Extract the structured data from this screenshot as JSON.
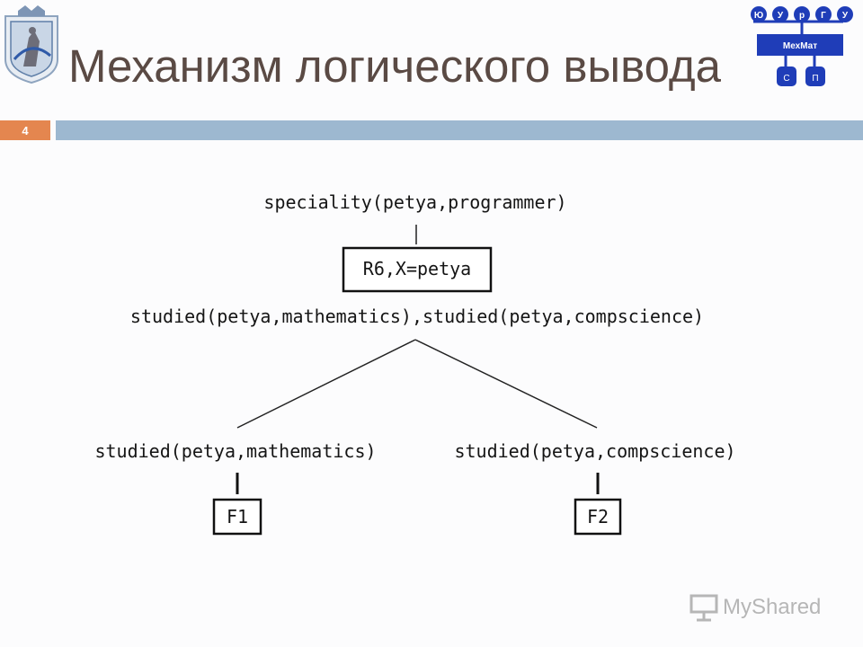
{
  "slide": {
    "title": "Механизм логического вывода",
    "number": "4"
  },
  "faculty_logo": {
    "letters": [
      "Ю",
      "У",
      "р",
      "Г",
      "У"
    ],
    "center_label": "МехМат",
    "bottom_letters": [
      "С",
      "П"
    ]
  },
  "diagram": {
    "root": "speciality(petya,programmer)",
    "rule_box": "R6,X=petya",
    "conjunction": "studied(petya,mathematics),studied(petya,compscience)",
    "left_goal": "studied(petya,mathematics)",
    "right_goal": "studied(petya,compscience)",
    "left_fact": "F1",
    "right_fact": "F2"
  },
  "watermark": {
    "text": "MyShared"
  },
  "colors": {
    "title": "#5a4a44",
    "accent_orange": "#e4864f",
    "header_bar": "#9db8d0",
    "logo_blue": "#1f3db8"
  }
}
